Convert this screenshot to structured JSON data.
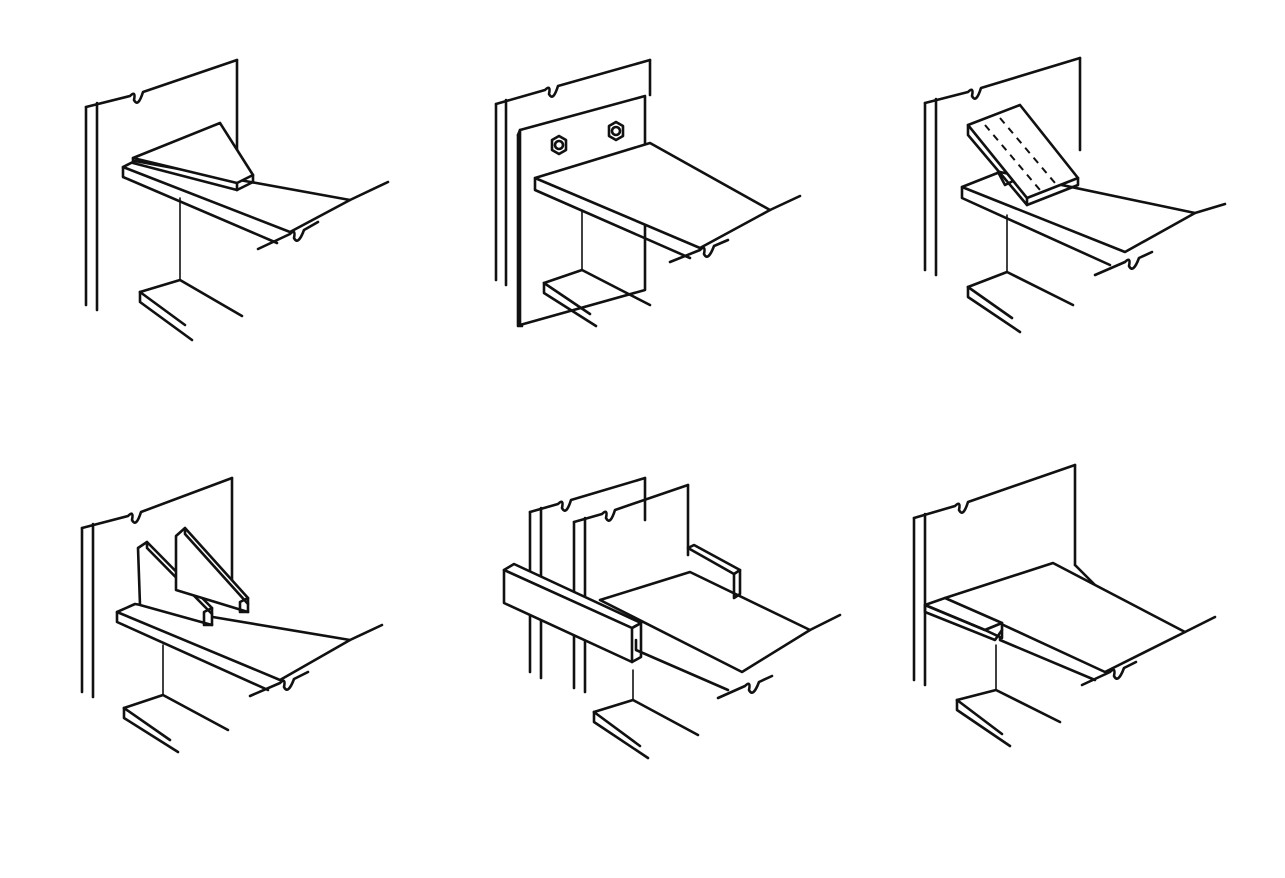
{
  "colors": {
    "background": "#ffffff",
    "line": "#111111"
  },
  "details": [
    {
      "id": "triangular-gusset-plate"
    },
    {
      "id": "bolted-end-plate"
    },
    {
      "id": "sloped-seat-plate"
    },
    {
      "id": "double-stiffener-plates"
    },
    {
      "id": "flange-cover-plates"
    },
    {
      "id": "tapered-bracket"
    }
  ]
}
